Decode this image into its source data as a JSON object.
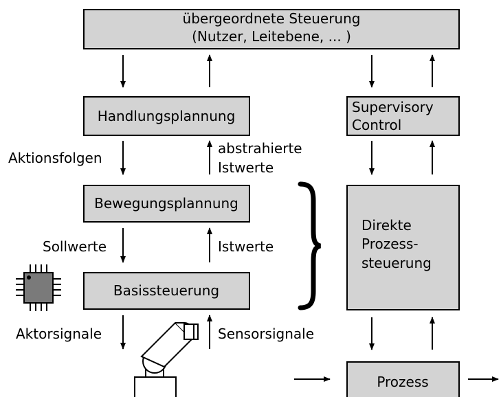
{
  "boxes": {
    "top_line1": "übergeordnete Steuerung",
    "top_line2": "(Nutzer, Leitebene, ... )",
    "handlungsplanung": "Handlungsplannung",
    "bewegungsplanung": "Bewegungsplannung",
    "basissteuerung": "Basissteuerung",
    "supervisory_line1": "Supervisory",
    "supervisory_line2": "Control",
    "direkte_line1": "Direkte",
    "direkte_line2": "Prozess-",
    "direkte_line3": "steuerung",
    "prozess": "Prozess"
  },
  "labels": {
    "aktionsfolgen": "Aktionsfolgen",
    "abstrahierte_line1": "abstrahierte",
    "abstrahierte_line2": "Istwerte",
    "sollwerte": "Sollwerte",
    "istwerte": "Istwerte",
    "aktorsignale": "Aktorsignale",
    "sensorsignale": "Sensorsignale"
  },
  "icons": {
    "chip": "chip-icon",
    "robot_arm": "robot-arm-icon",
    "brace": "curly-brace-icon"
  },
  "colors": {
    "box_fill": "#d3d3d3",
    "chip_fill": "#7a7a7a"
  }
}
